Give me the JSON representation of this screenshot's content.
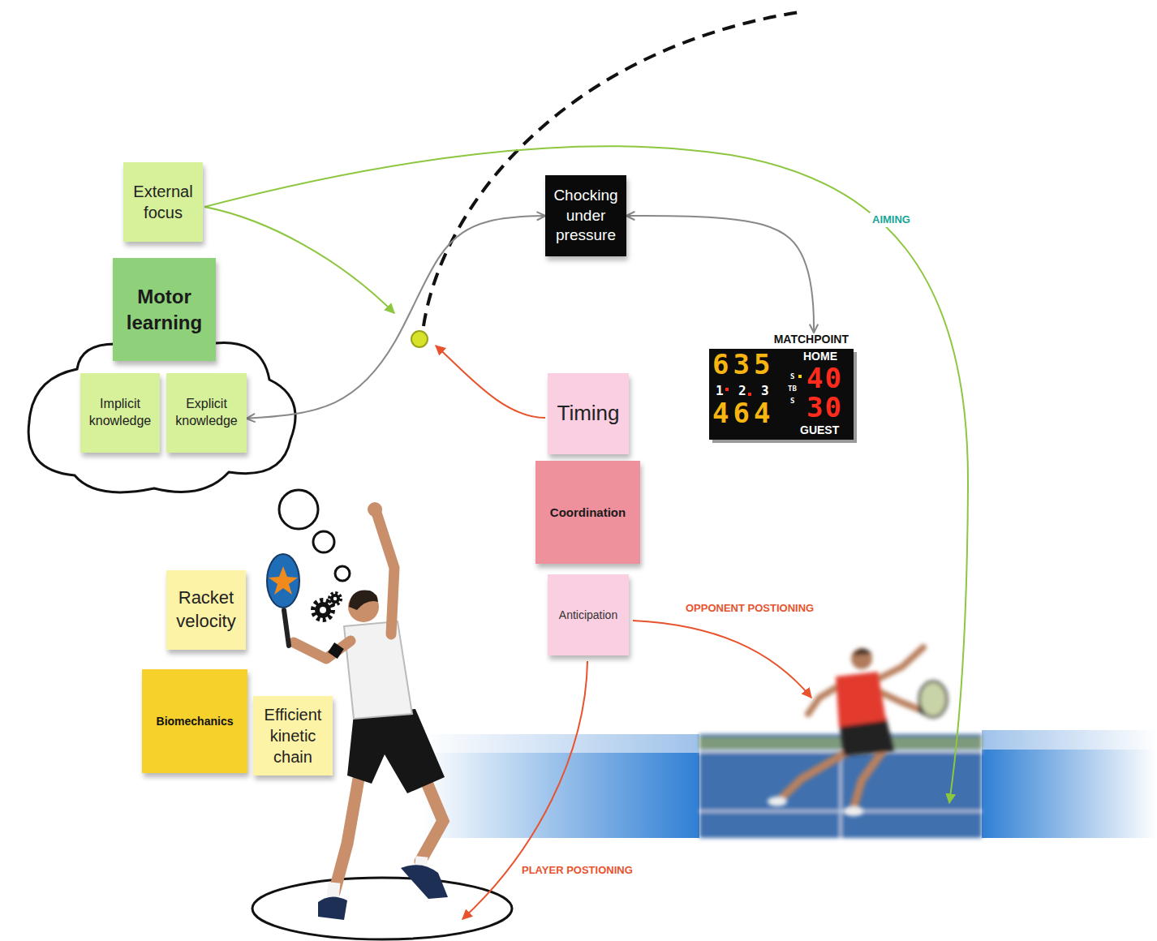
{
  "diagram": {
    "nodes": [
      {
        "text": [
          "External focus"
        ]
      },
      {
        "text": [
          "Motor learning"
        ]
      },
      {
        "text": [
          "Implicit knowledge"
        ]
      },
      {
        "text": [
          "Explicit knowledge"
        ]
      },
      {
        "text": [
          "Chocking under pressure"
        ]
      },
      {
        "text": [
          "MATCHPOINT",
          "635",
          "1",
          "2",
          "3",
          "464",
          "S",
          "TB",
          "S",
          "HOME",
          "40",
          "30",
          "GUEST"
        ]
      },
      {
        "text": [
          "Timing"
        ]
      },
      {
        "text": [
          "Coordination"
        ]
      },
      {
        "text": [
          "Anticipation"
        ]
      },
      {
        "text": [
          "Racket velocity"
        ]
      },
      {
        "text": [
          "Biomechanics"
        ]
      },
      {
        "text": [
          "Efficient kinetic chain"
        ]
      }
    ],
    "edges": [
      {
        "from": 3,
        "to": 4,
        "arrow": "both"
      },
      {
        "from": 4,
        "to": 5,
        "arrow": "both"
      }
    ],
    "labels": [
      "AIMING",
      "OPPONENT POSTIONING",
      "PLAYER POSTIONING"
    ]
  }
}
